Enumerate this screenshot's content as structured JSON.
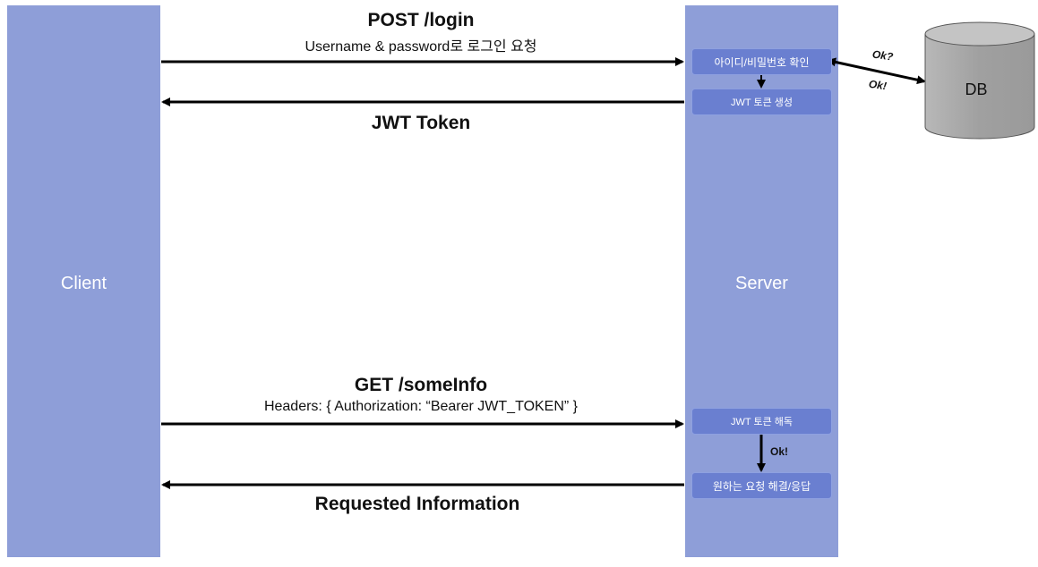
{
  "lanes": {
    "client": "Client",
    "server": "Server"
  },
  "login": {
    "title": "POST /login",
    "subtitle": "Username & password로 로그인 요청"
  },
  "token_response": {
    "title": "JWT Token"
  },
  "server_steps": {
    "verify": "아이디/비밀번호 확인",
    "create_token": "JWT 토큰 생성",
    "decode_token": "JWT 토큰 해독",
    "resolve": "원하는 요청 해결/응답"
  },
  "db": {
    "label": "DB",
    "query_label": "Ok?",
    "reply_label": "Ok!"
  },
  "get_request": {
    "title": "GET /someInfo",
    "subtitle": "Headers: { Authorization: “Bearer JWT_TOKEN” }"
  },
  "decode_result": "Ok!",
  "final_response": {
    "title": "Requested Information"
  },
  "colors": {
    "lane": "#8e9ed8",
    "box": "#6a7fd0",
    "arrow": "#000000",
    "db_fill": "#a8a8a8"
  }
}
